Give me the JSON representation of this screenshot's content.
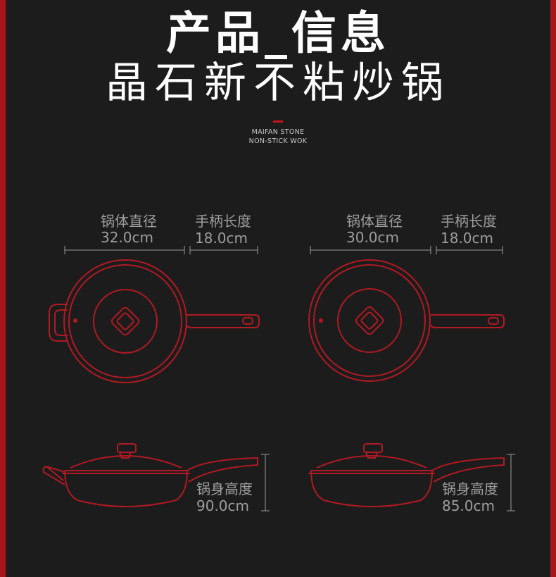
{
  "header": {
    "title_left": "产品",
    "title_separator": "_",
    "title_right": "信息",
    "subtitle": "晶石新不粘炒锅",
    "english_line1": "MAIFAN STONE",
    "english_line2": "NON-STICK WOK"
  },
  "products": [
    {
      "diameter_label": "锅体直径",
      "diameter_value": "32.0cm",
      "handle_label": "手柄长度",
      "handle_value": "18.0cm",
      "height_label": "锅身高度",
      "height_value": "90.0cm"
    },
    {
      "diameter_label": "锅体直径",
      "diameter_value": "30.0cm",
      "handle_label": "手柄长度",
      "handle_value": "18.0cm",
      "height_label": "锅身高度",
      "height_value": "85.0cm"
    }
  ],
  "colors": {
    "background": "#1c1c1d",
    "accent_red": "#c8141c",
    "line_red": "#b01a22",
    "text_gray": "#9d9d9d",
    "title_white": "#ffffff"
  }
}
